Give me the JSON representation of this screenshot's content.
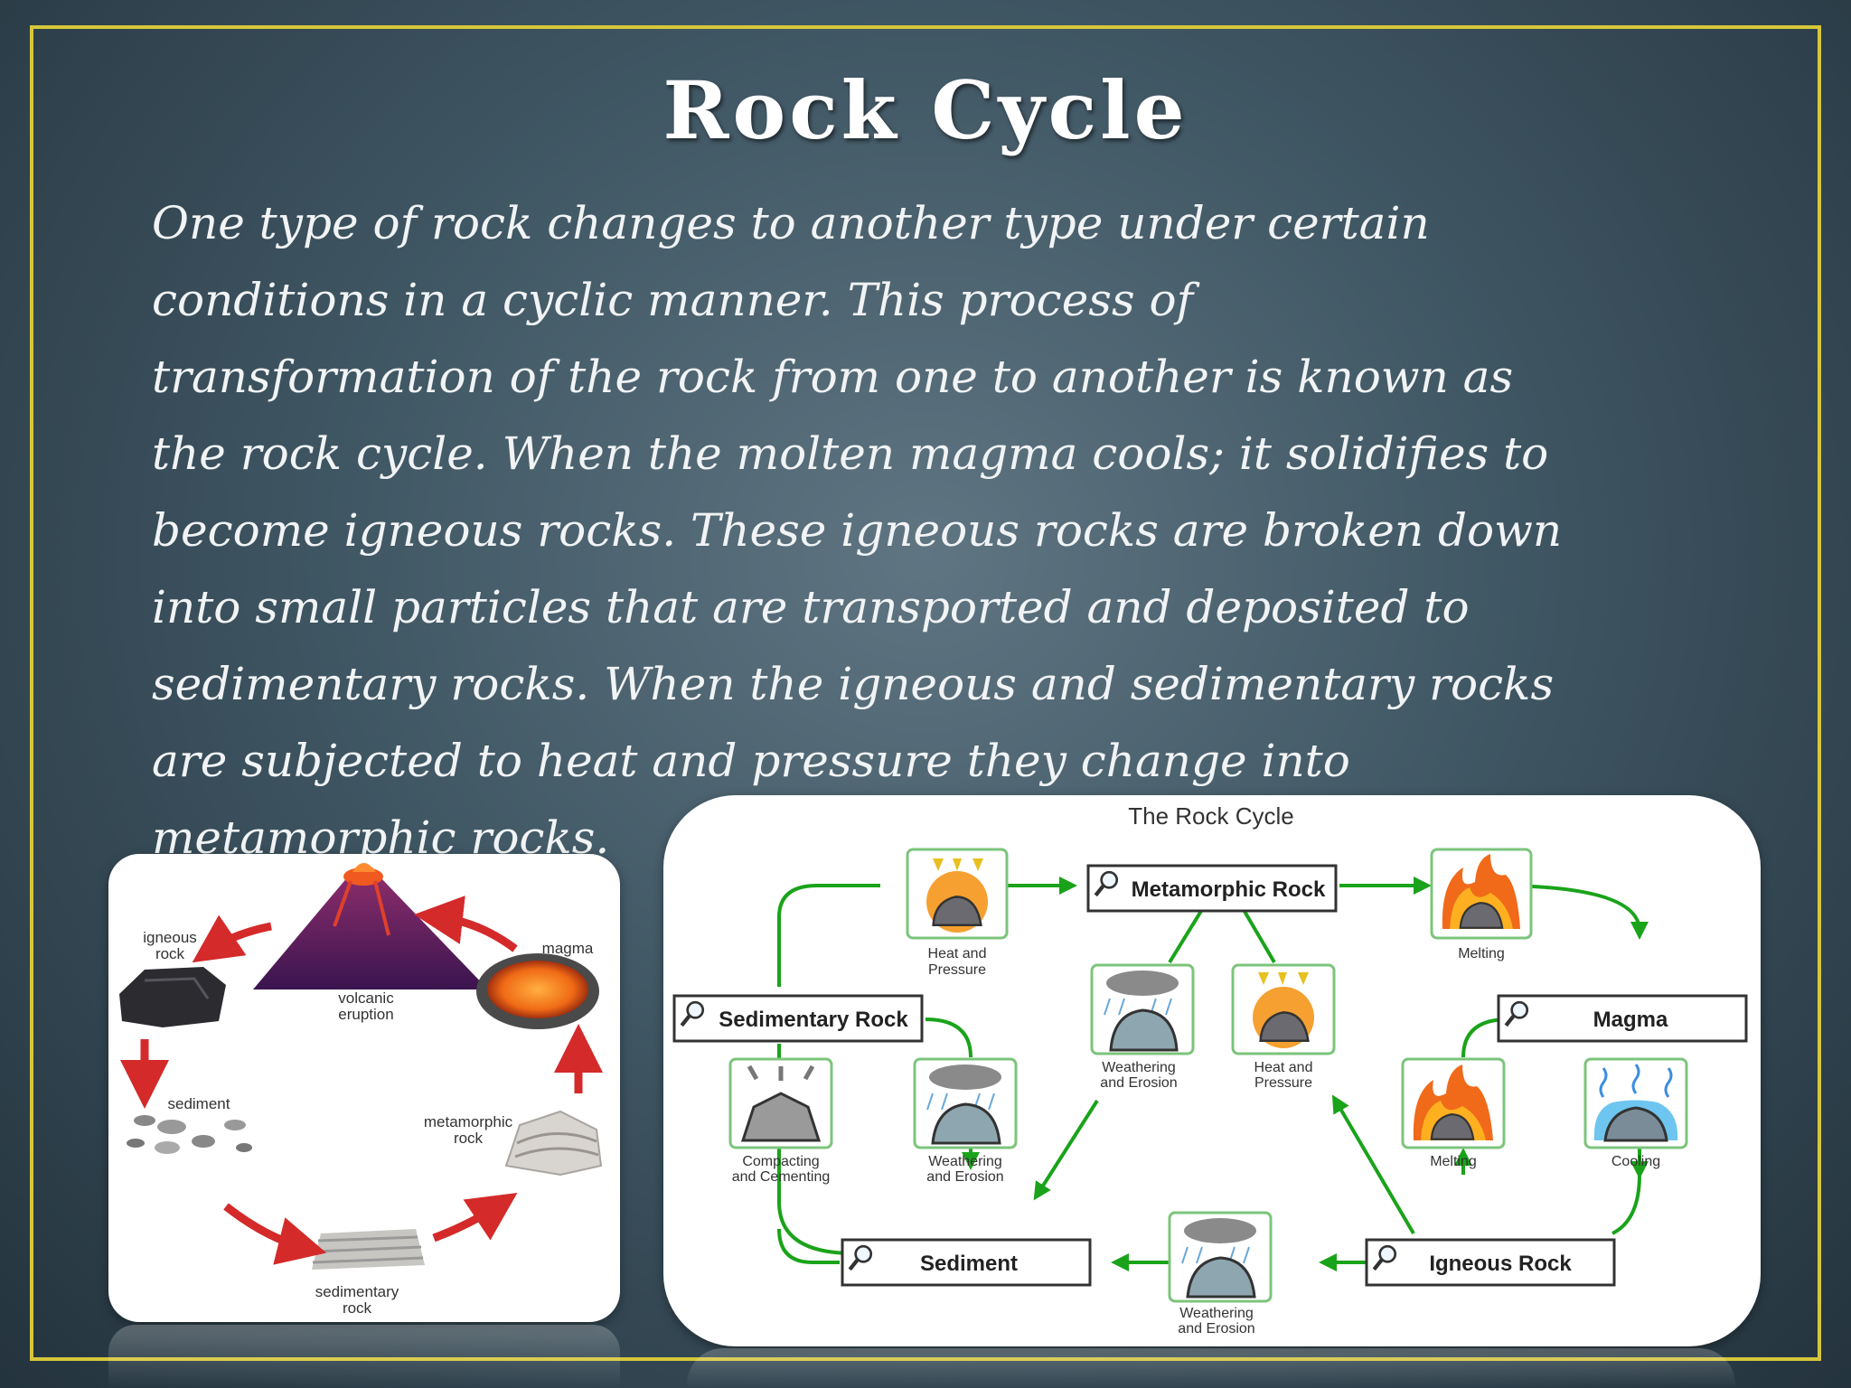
{
  "slide": {
    "title": "Rock Cycle",
    "body_lines": [
      " One type of rock changes to another type under certain",
      "conditions in a cyclic manner. This process of",
      "transformation of the rock from one to another is known as",
      "the rock cycle. When the molten magma cools; it solidifies to",
      "become igneous rocks. These igneous rocks are broken down",
      "into small particles that are transported and deposited to",
      "sedimentary rocks. When the igneous and sedimentary rocks",
      "are subjected to heat and pressure they change into",
      "metamorphic rocks."
    ]
  },
  "left_diagram": {
    "labels": {
      "igneous_rock": [
        "igneous",
        "rock"
      ],
      "volcanic_eruption": [
        "volcanic",
        "eruption"
      ],
      "magma": "magma",
      "sediment": "sediment",
      "metamorphic_rock": [
        "metamorphic",
        "rock"
      ],
      "sedimentary_rock": [
        "sedimentary",
        "rock"
      ]
    },
    "colors": {
      "arrow": "#d42a2a",
      "volcano": "#5a1f5e",
      "lava": "#f07020"
    }
  },
  "right_diagram": {
    "title": "The Rock Cycle",
    "boxes": {
      "metamorphic": "Metamorphic Rock",
      "sedimentary": "Sedimentary Rock",
      "magma": "Magma",
      "sediment": "Sediment",
      "igneous": "Igneous Rock"
    },
    "processes": {
      "heat_pressure_top": [
        "Heat and",
        "Pressure"
      ],
      "melting_top": "Melting",
      "weathering_mid": [
        "Weathering",
        "and Erosion"
      ],
      "heat_pressure_mid": [
        "Heat and",
        "Pressure"
      ],
      "compacting": [
        "Compacting",
        "and Cementing"
      ],
      "weathering_left": [
        "Weathering",
        "and Erosion"
      ],
      "melting_right": "Melting",
      "cooling": "Cooling",
      "weathering_bottom": [
        "Weathering",
        "and Erosion"
      ]
    },
    "colors": {
      "arrow": "#1aa31a",
      "icon_border": "#7cc47c"
    }
  }
}
